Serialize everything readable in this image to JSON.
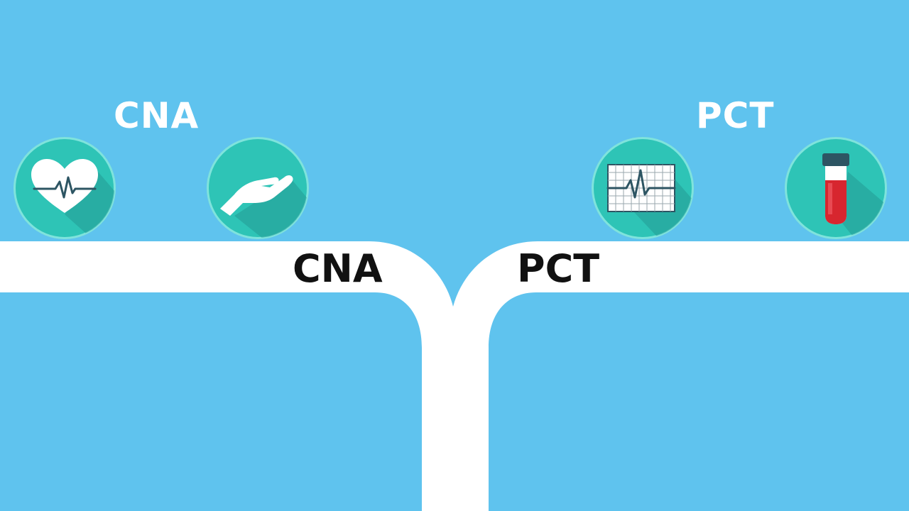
{
  "left": {
    "heading": "CNA",
    "road_label": "CNA",
    "icons": [
      "heart-rate-icon",
      "caring-hand-icon"
    ]
  },
  "right": {
    "heading": "PCT",
    "road_label": "PCT",
    "icons": [
      "ekg-monitor-icon",
      "blood-tube-icon"
    ]
  },
  "colors": {
    "background": "#5fc3ee",
    "road": "#ffffff",
    "badge_fill": "#2ec4b6",
    "badge_ring": "#7fe3dc",
    "icon_dark": "#2d5563",
    "tube_red": "#d7262f",
    "heading_text": "#ffffff",
    "road_text": "#111111"
  }
}
